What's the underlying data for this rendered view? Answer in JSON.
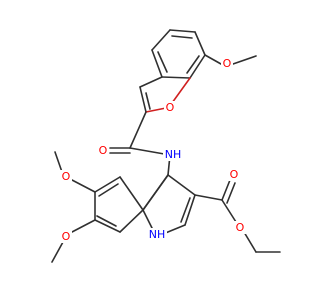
{
  "structure": {
    "colors": {
      "bond": "#303030",
      "oxygen": "#ff0000",
      "nitrogen": "#0000ff",
      "background": "#ffffff"
    },
    "atom_labels": {
      "furan_oxygen": "O",
      "benzofuran_methoxy_oxygen": "O",
      "amide_oxygen": "O",
      "amide_nitrogen_h": "NH",
      "indole_nh": "NH",
      "ester_carbonyl_oxygen": "O",
      "ester_alkoxy_oxygen": "O",
      "methoxy_oxygen_5": "O",
      "methoxy_oxygen_6": "O"
    }
  }
}
